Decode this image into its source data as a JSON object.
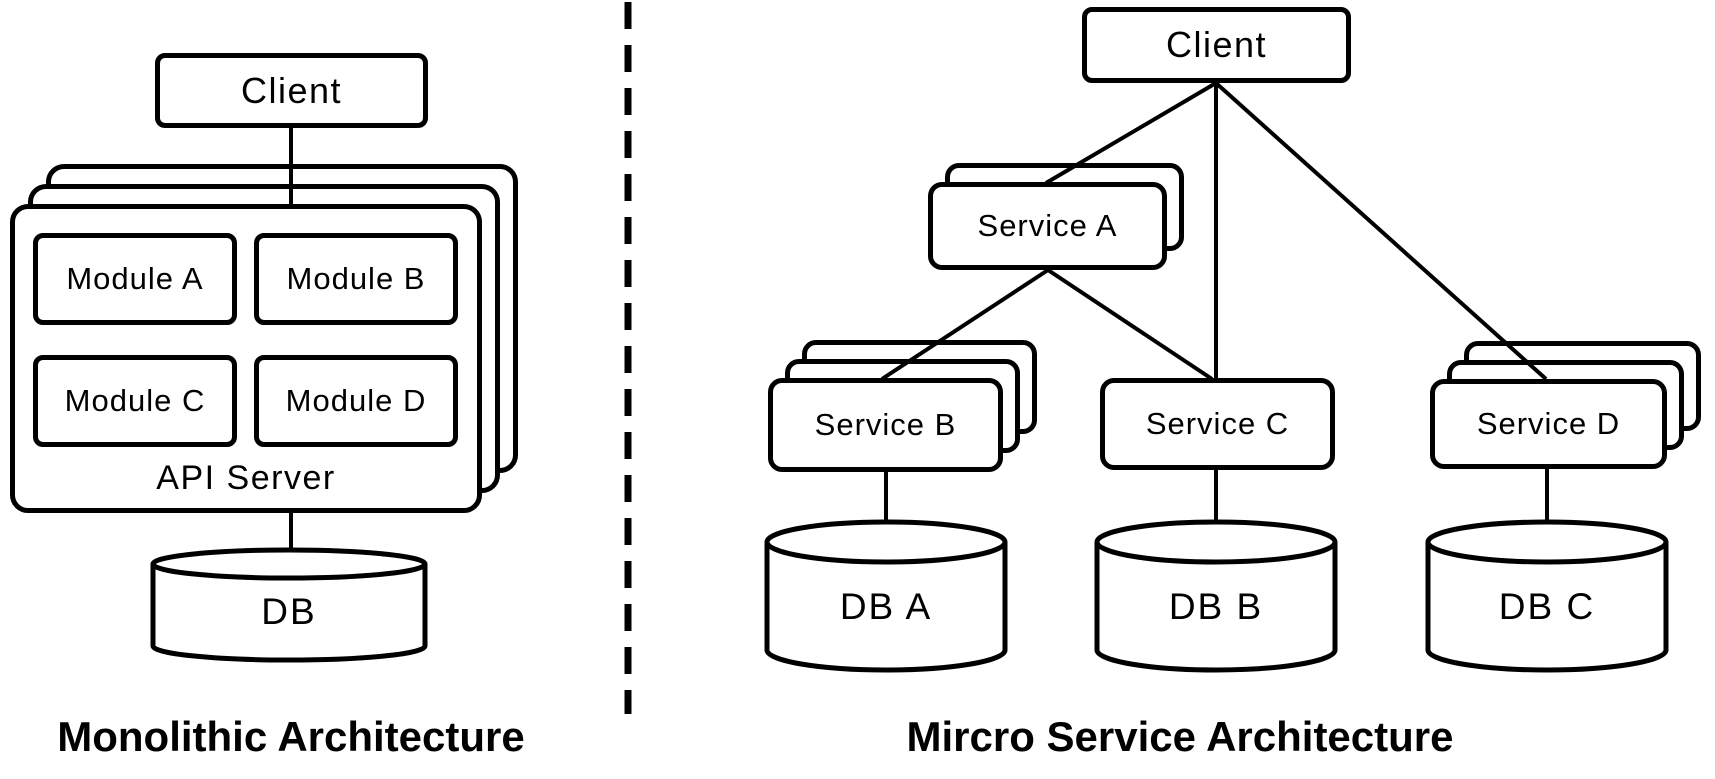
{
  "canvas": {
    "background": "#ffffff",
    "stroke_color": "#000000"
  },
  "divider": {
    "type": "dashed-vertical-line"
  },
  "monolithic": {
    "title": "Monolithic Architecture",
    "client_label": "Client",
    "api_server_label": "API Server",
    "modules": [
      "Module A",
      "Module B",
      "Module C",
      "Module D"
    ],
    "db_label": "DB",
    "server_stack_count": 3
  },
  "microservice": {
    "title": "Mircro Service Architecture",
    "client_label": "Client",
    "service_a_label": "Service A",
    "service_b_label": "Service B",
    "service_c_label": "Service C",
    "service_d_label": "Service D",
    "db_a_label": "DB A",
    "db_b_label": "DB B",
    "db_c_label": "DB C",
    "service_a_stack_count": 2,
    "service_b_stack_count": 3,
    "service_d_stack_count": 3
  }
}
